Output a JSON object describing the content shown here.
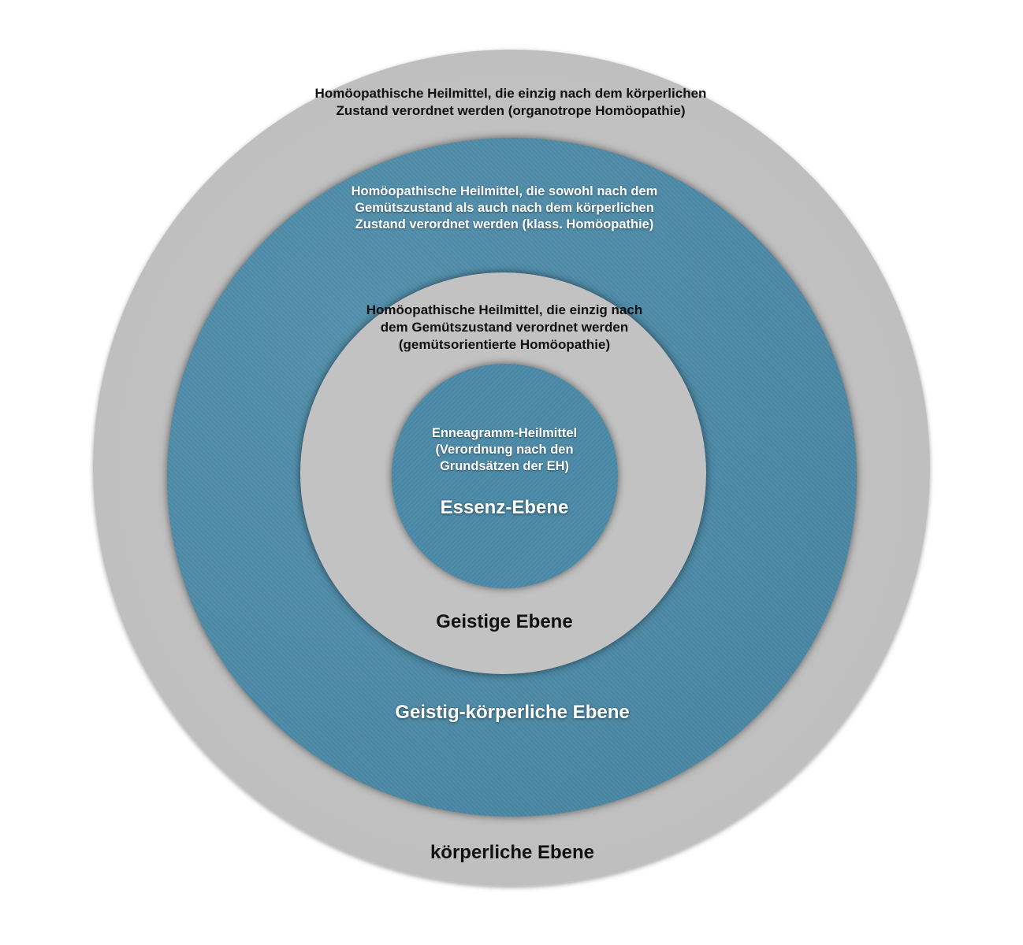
{
  "rings": {
    "outer": {
      "description_lines": [
        "Homöopathische Heilmittel, die einzig nach dem körperlichen",
        "Zustand verordnet werden (organotrope Homöopathie)"
      ],
      "level": "körperliche Ebene",
      "color": "#bfbfbf"
    },
    "blue_outer": {
      "description_lines": [
        "Homöopathische Heilmittel, die sowohl nach dem",
        "Gemütszustand als auch nach dem körperlichen",
        "Zustand verordnet werden (klass. Homöopathie)"
      ],
      "level": "Geistig-körperliche Ebene",
      "color": "#4a8aa8"
    },
    "inner_gray": {
      "description_lines": [
        "Homöopathische Heilmittel, die einzig nach",
        "dem Gemütszustand verordnet werden",
        "(gemütsorientierte Homöopathie)"
      ],
      "level": "Geistige Ebene",
      "color": "#c2c2c2"
    },
    "core": {
      "description_lines": [
        "Enneagramm-Heilmittel",
        "(Verordnung nach den",
        "Grundsätzen der EH)"
      ],
      "level": "Essenz-Ebene",
      "color": "#4b8aa8"
    }
  }
}
